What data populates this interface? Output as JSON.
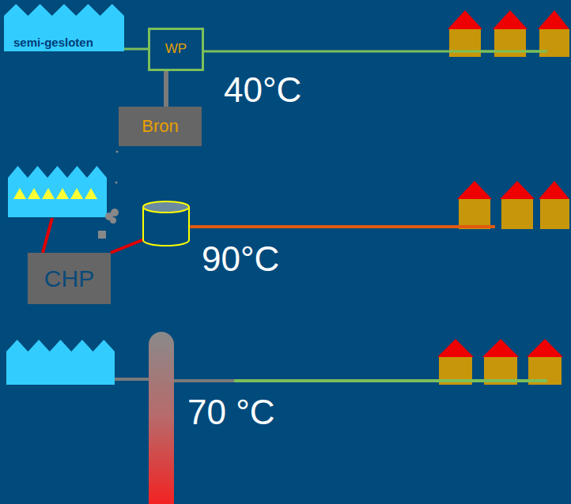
{
  "diagram": {
    "nodes": [
      {
        "text": [
          "semi-gesloten"
        ]
      },
      {
        "text": [
          "WP"
        ]
      },
      {
        "text": [
          "Bron"
        ]
      },
      {
        "text": [
          "CHP"
        ]
      }
    ],
    "edges": [
      {
        "from": 0,
        "to": 1,
        "arrow": "none"
      },
      {
        "from": 1,
        "to": 2,
        "arrow": "none"
      }
    ],
    "labels": [
      "40°C",
      "90°C",
      "70 °C"
    ]
  }
}
